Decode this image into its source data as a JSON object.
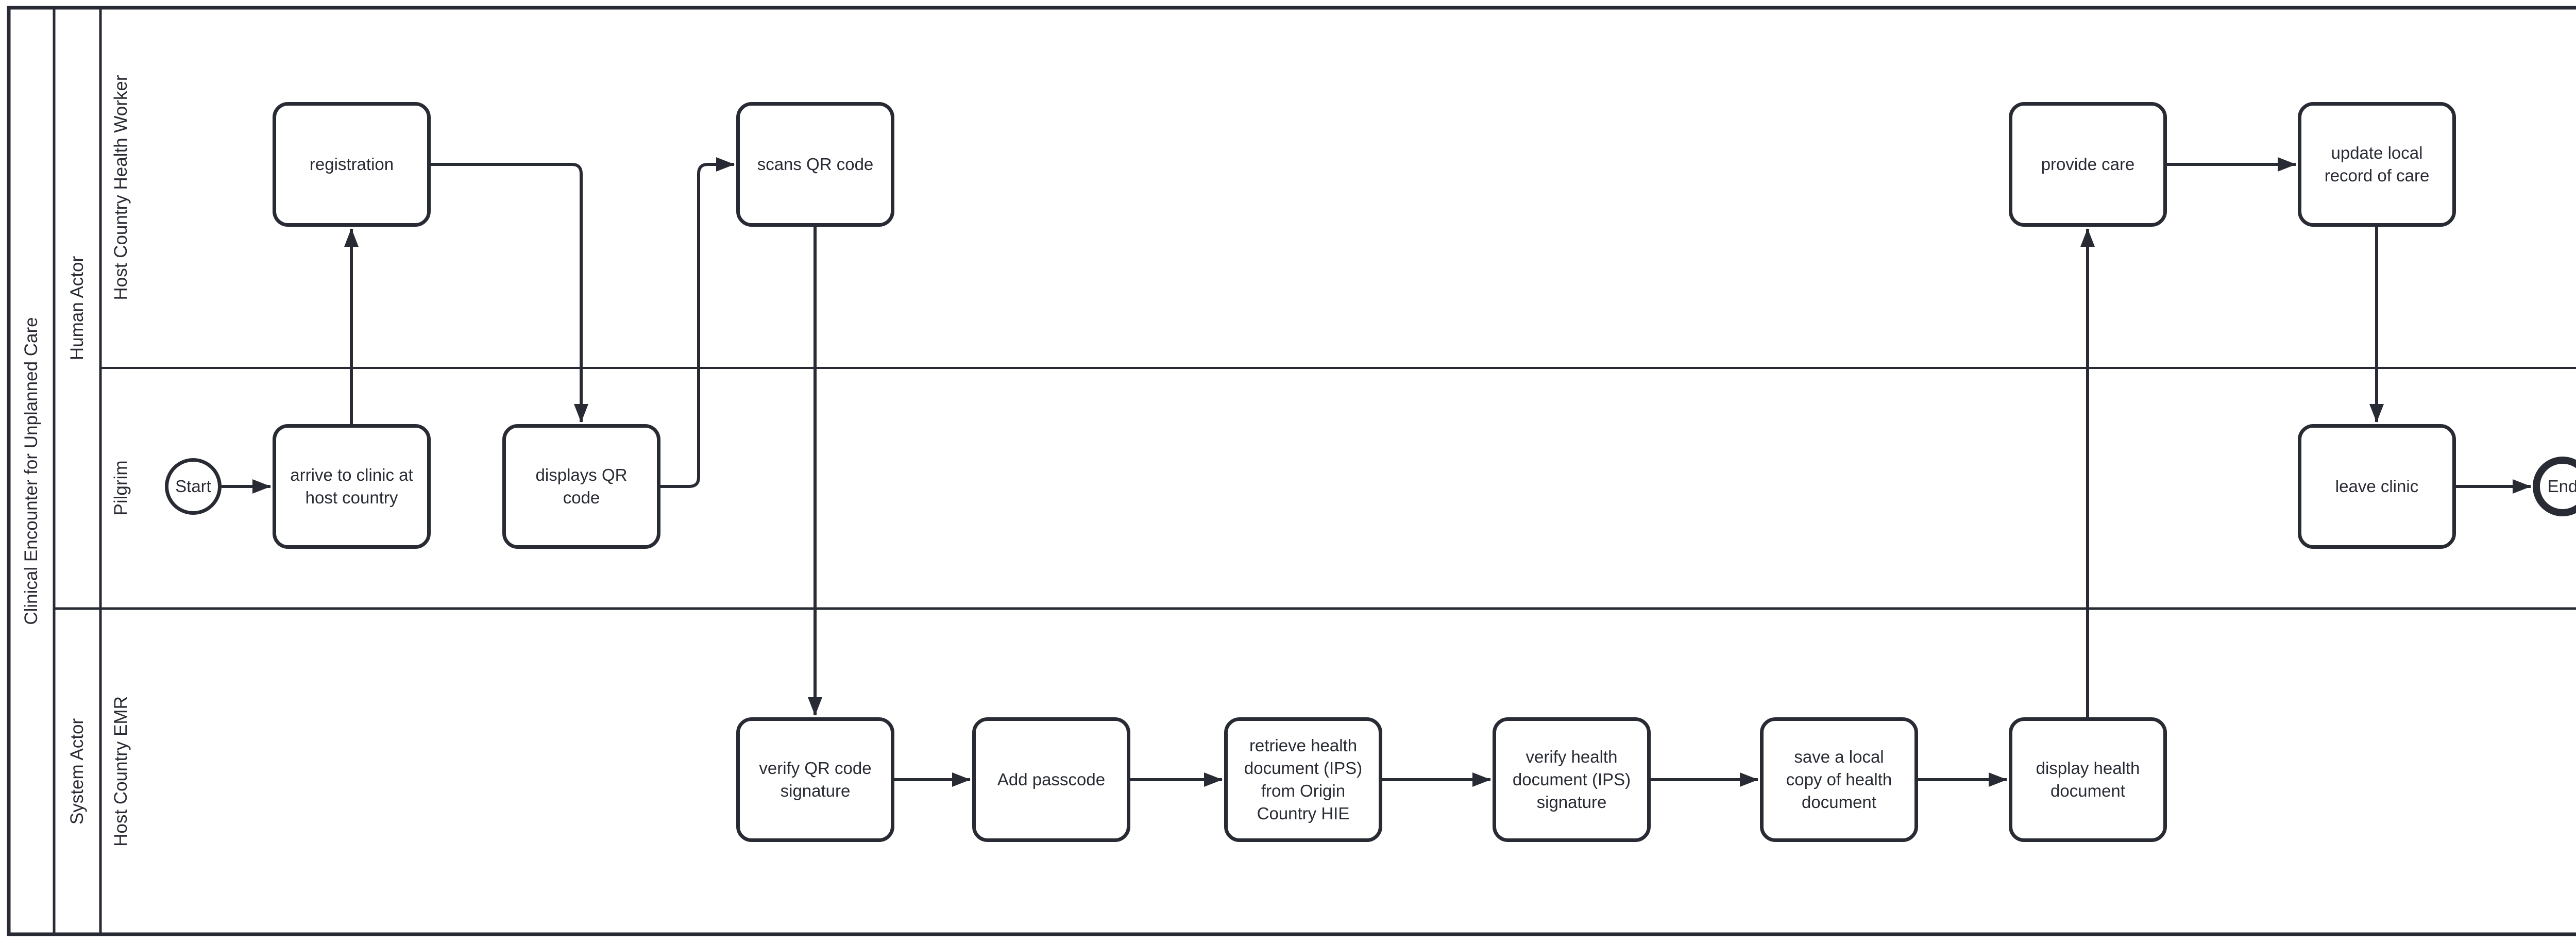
{
  "pool": {
    "label": "Clinical Encounter for Unplanned Care"
  },
  "lanes": {
    "human_actor": "Human Actor",
    "system_actor": "System Actor",
    "host_country_health_worker": "Host Country Health Worker",
    "pilgrim": "Pilgrim",
    "host_country_emr": "Host Country EMR"
  },
  "events": {
    "start": "Start",
    "end": "End"
  },
  "tasks": {
    "registration": "registration",
    "arrive_to_clinic": "arrive to clinic at host country",
    "displays_qr_code": "displays QR code",
    "scans_qr_code": "scans QR code",
    "verify_qr_signature": "verify QR code signature",
    "add_passcode": "Add passcode",
    "retrieve_health_document": "retrieve health document (IPS) from Origin Country HIE",
    "verify_document_signature": "verify health document (IPS) signature",
    "save_local_copy": "save a local copy of health document",
    "display_health_document": "display health document",
    "provide_care": "provide care",
    "update_local_record": "update local record of care",
    "leave_clinic": "leave clinic"
  },
  "colors": {
    "stroke": "#282b33",
    "background": "#ffffff"
  }
}
